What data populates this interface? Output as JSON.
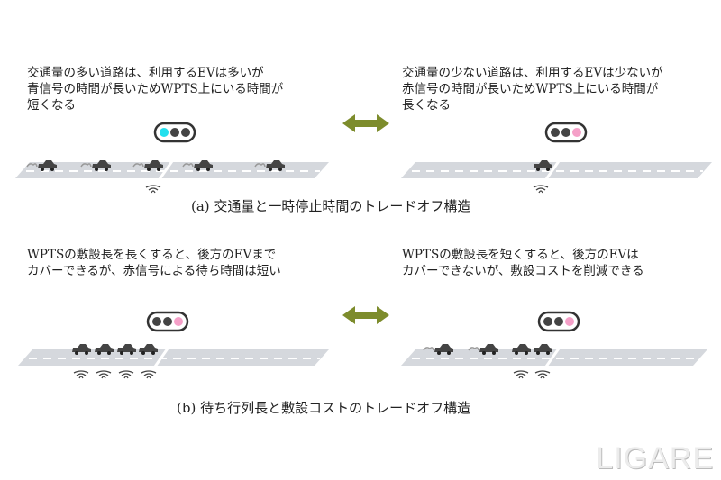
{
  "panel_a": {
    "left_text": [
      "交通量の多い道路は、利用するEVは多いが",
      "青信号の時間が長いためWPTS上にいる時間が",
      "短くなる"
    ],
    "right_text": [
      "交通量の少ない道路は、利用するEVは少ないが",
      "赤信号の時間が長いためWPTS上にいる時間が",
      "長くなる"
    ],
    "caption": "(a) 交通量と一時停止時間のトレードオフ構造",
    "left_signal": "green",
    "right_signal": "red"
  },
  "panel_b": {
    "left_text": [
      "WPTSの敷設長を長くすると、後方のEVまで",
      "カバーできるが、赤信号による待ち時間は短い"
    ],
    "right_text": [
      "WPTSの敷設長を短くすると、後方のEVは",
      "カバーできないが、敷設コストを削減できる"
    ],
    "caption": "(b) 待ち行列長と敷設コストのトレードオフ構造",
    "left_signal": "red",
    "right_signal": "red"
  },
  "colors": {
    "green_light": "#22e0ee",
    "red_light": "#f5a0c8",
    "arrow": "#7d8c2c",
    "road": "#d5d8dd"
  },
  "logo": "LIGARE"
}
